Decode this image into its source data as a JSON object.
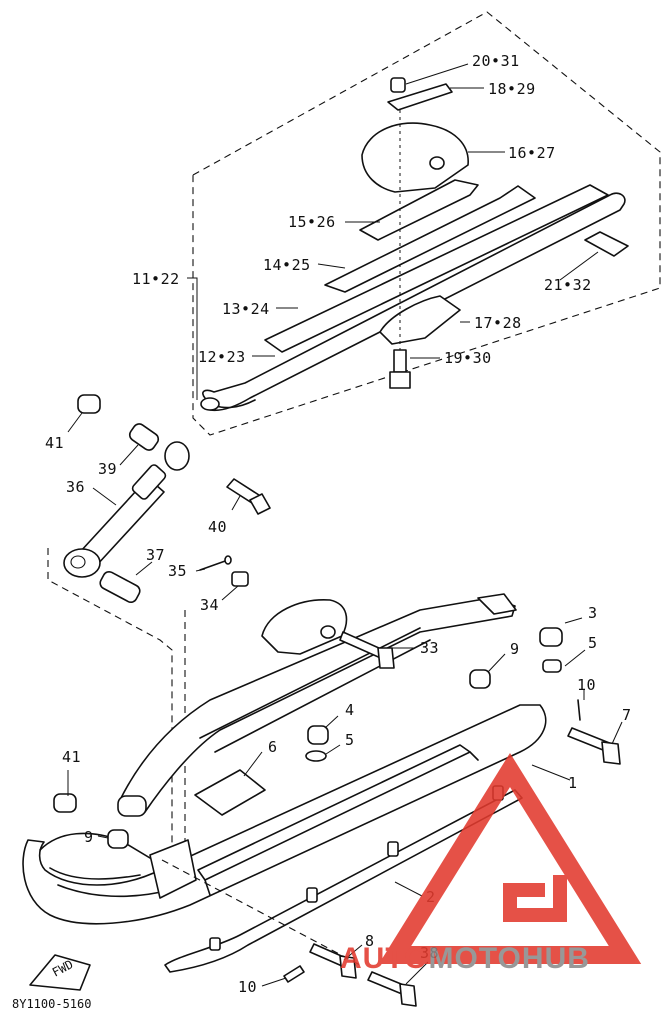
{
  "diagram": {
    "drawing_code": "8Y1100-5160",
    "direction_marker": "FWD",
    "callouts": [
      {
        "id": "c20_31",
        "text": "20•31"
      },
      {
        "id": "c18_29",
        "text": "18•29"
      },
      {
        "id": "c16_27",
        "text": "16•27"
      },
      {
        "id": "c15_26",
        "text": "15•26"
      },
      {
        "id": "c14_25",
        "text": "14•25"
      },
      {
        "id": "c11_22",
        "text": "11•22"
      },
      {
        "id": "c21_32",
        "text": "21•32"
      },
      {
        "id": "c13_24",
        "text": "13•24"
      },
      {
        "id": "c17_28",
        "text": "17•28"
      },
      {
        "id": "c12_23",
        "text": "12•23"
      },
      {
        "id": "c19_30",
        "text": "19•30"
      },
      {
        "id": "c41a",
        "text": "41"
      },
      {
        "id": "c39",
        "text": "39"
      },
      {
        "id": "c36",
        "text": "36"
      },
      {
        "id": "c40",
        "text": "40"
      },
      {
        "id": "c37",
        "text": "37"
      },
      {
        "id": "c35",
        "text": "35"
      },
      {
        "id": "c34",
        "text": "34"
      },
      {
        "id": "c3",
        "text": "3"
      },
      {
        "id": "c33",
        "text": "33"
      },
      {
        "id": "c9a",
        "text": "9"
      },
      {
        "id": "c5a",
        "text": "5"
      },
      {
        "id": "c10a",
        "text": "10"
      },
      {
        "id": "c4",
        "text": "4"
      },
      {
        "id": "c7",
        "text": "7"
      },
      {
        "id": "c6",
        "text": "6"
      },
      {
        "id": "c5b",
        "text": "5"
      },
      {
        "id": "c1",
        "text": "1"
      },
      {
        "id": "c41b",
        "text": "41"
      },
      {
        "id": "c9b",
        "text": "9"
      },
      {
        "id": "c2",
        "text": "2"
      },
      {
        "id": "c8",
        "text": "8"
      },
      {
        "id": "c38",
        "text": "38"
      },
      {
        "id": "c10b",
        "text": "10"
      }
    ]
  },
  "watermark": {
    "brand_part1": "AUTO",
    "brand_part2": "MOTO",
    "brand_part3": "HUB",
    "colors": {
      "red": "#e23a2e",
      "gray": "#8a8a8a"
    }
  }
}
